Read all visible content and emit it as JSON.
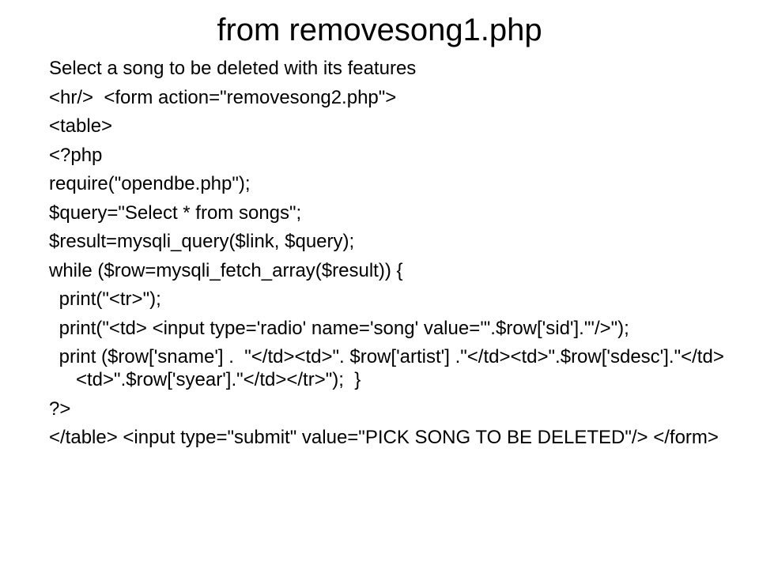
{
  "slide": {
    "title": "from removesong1.php",
    "lines": [
      "Select a song to be deleted with its features",
      "<hr/>  <form action=\"removesong2.php\">",
      "<table>",
      "<?php",
      "require(\"opendbe.php\");",
      "$query=\"Select * from songs\";",
      "$result=mysqli_query($link, $query);",
      "while ($row=mysqli_fetch_array($result)) {",
      " print(\"<tr>\");",
      " print(\"<td> <input type='radio' name='song' value='\".$row['sid'].\"'/>\");",
      " print ($row['sname'] .  \"</td><td>\". $row['artist'] .\"</td><td>\".$row['sdesc'].\"</td><td>\".$row['syear'].\"</td></tr>\");  }",
      "?>",
      "</table> <input type=\"submit\" value=\"PICK SONG TO BE DELETED\"/> </form>"
    ]
  }
}
